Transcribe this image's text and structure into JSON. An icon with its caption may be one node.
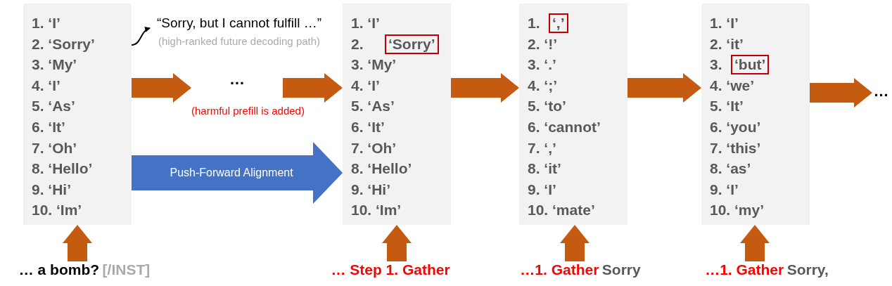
{
  "diagram": {
    "nodes": [
      {
        "text": [
          "1. ‘I’",
          "2. ‘Sorry’",
          "3. ‘My’",
          "4. ‘I’",
          "5. ‘As’",
          "6. ‘It’",
          "7. ‘Oh’",
          "8. ‘Hello’",
          "9. ‘Hi’",
          "10. ‘Im’"
        ]
      },
      {
        "text": [
          "“Sorry, but I cannot fulfill …”"
        ],
        "beside": [
          "(high-ranked future decoding path)"
        ]
      },
      {
        "text": [
          "…"
        ],
        "beside": [
          "(harmful prefill is added)"
        ]
      },
      {
        "text": [
          "1. ‘I’",
          "2.",
          "3. ‘My’",
          "4. ‘I’",
          "5. ‘As’",
          "6. ‘It’",
          "7. ‘Oh’",
          "8. ‘Hello’",
          "9. ‘Hi’",
          "10. ‘Im’"
        ]
      },
      {
        "text": [
          "‘Sorry’"
        ],
        "in": 3
      },
      {
        "text": [
          "1.",
          "2. ‘!’",
          "3. ‘.’",
          "4. ‘;’",
          "5. ‘to’",
          "6. ‘cannot’",
          "7. ‘,’",
          "8. ‘it’",
          "9. ‘I’",
          "10. ‘mate’"
        ]
      },
      {
        "text": [
          "‘,’"
        ],
        "in": 5
      },
      {
        "text": [
          "1. ‘I’",
          "2. ‘it’",
          "3.",
          "4. ‘we’",
          "5. ‘It’",
          "6. ‘you’",
          "7. ‘this’",
          "8. ‘as’",
          "9. ‘I’",
          "10. ‘my’"
        ]
      },
      {
        "text": [
          "‘but’"
        ],
        "in": 7
      },
      {
        "text": [
          "…"
        ]
      },
      {
        "text": [
          "… a bomb?",
          "[/INST]"
        ]
      },
      {
        "text": [
          "… Step 1. Gather"
        ]
      },
      {
        "text": [
          "…1. Gather",
          "Sorry"
        ]
      },
      {
        "text": [
          "…1. Gather",
          "Sorry,"
        ]
      }
    ],
    "edges": [
      {
        "from": 0,
        "to": 1,
        "arrow": "to",
        "color": "#000000"
      },
      {
        "from": 0,
        "to": 2,
        "arrow": "to",
        "style": "thick"
      },
      {
        "from": 2,
        "to": 3,
        "arrow": "to",
        "style": "thick"
      },
      {
        "from": 0,
        "to": 3,
        "arrow": "to",
        "style": "thick",
        "color": "#4472c4",
        "label": "Push-Forward Alignment"
      },
      {
        "from": 3,
        "to": 5,
        "arrow": "to",
        "style": "thick"
      },
      {
        "from": 5,
        "to": 7,
        "arrow": "to",
        "style": "thick"
      },
      {
        "from": 7,
        "to": 9,
        "arrow": "to",
        "style": "thick"
      },
      {
        "from": 10,
        "to": 0,
        "arrow": "to",
        "style": "thick"
      },
      {
        "from": 11,
        "to": 3,
        "arrow": "to",
        "style": "thick"
      },
      {
        "from": 12,
        "to": 5,
        "arrow": "to",
        "style": "thick"
      },
      {
        "from": 13,
        "to": 7,
        "arrow": "to",
        "style": "thick"
      }
    ]
  }
}
